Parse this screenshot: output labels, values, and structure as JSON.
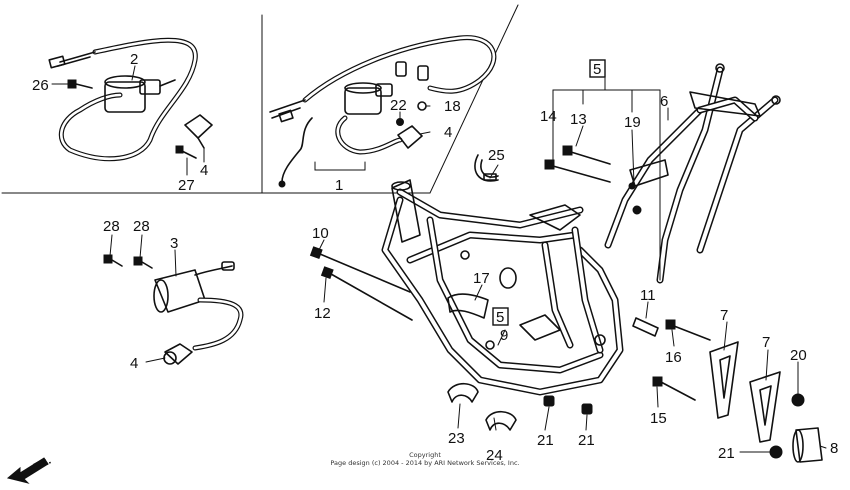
{
  "callouts": {
    "c1": "1",
    "c2": "2",
    "c3": "3",
    "c4a": "4",
    "c4b": "4",
    "c4c": "4",
    "c5a": "5",
    "c5b": "5",
    "c6": "6",
    "c7a": "7",
    "c7b": "7",
    "c8": "8",
    "c9": "9",
    "c10": "10",
    "c11": "11",
    "c12": "12",
    "c13": "13",
    "c14": "14",
    "c15": "15",
    "c16": "16",
    "c17": "17",
    "c18": "18",
    "c19": "19",
    "c20": "20",
    "c21a": "21",
    "c21b": "21",
    "c21c": "21",
    "c22": "22",
    "c23": "23",
    "c24": "24",
    "c25": "25",
    "c26": "26",
    "c27": "27",
    "c28a": "28",
    "c28b": "28"
  },
  "front_label": "FR.",
  "copyright": {
    "title": "Copyright",
    "line": "Page design (c) 2004 - 2014 by ARI Network Services, Inc."
  }
}
